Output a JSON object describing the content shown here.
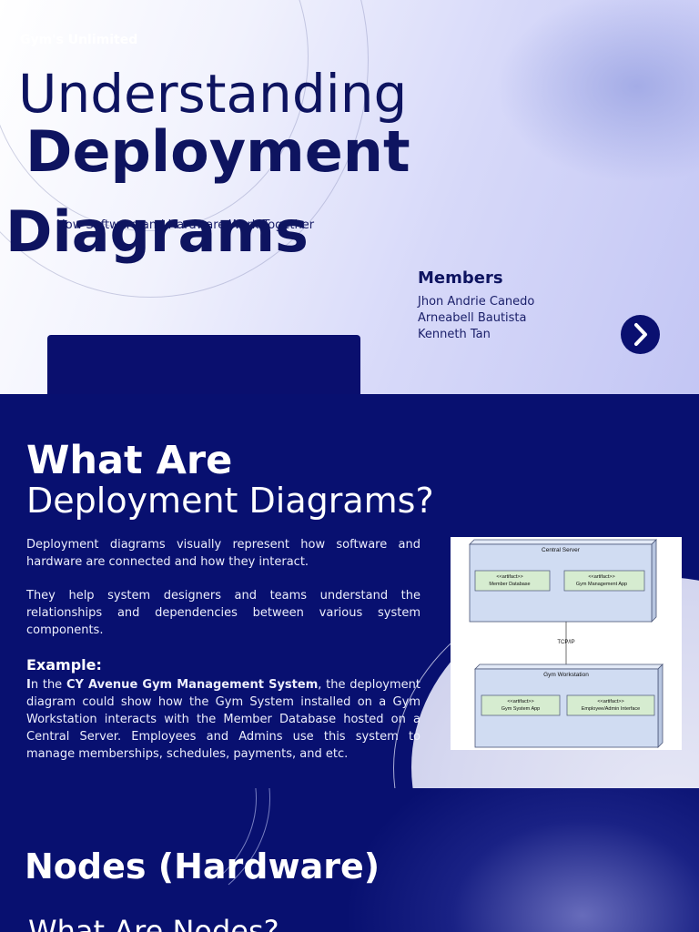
{
  "slide1": {
    "brand": "Gym's Unlimited",
    "title_line1": "Understanding",
    "title_line2": "Deployment",
    "title_line3": "Diagrams",
    "subtitle": "How Software and Hardware Work Together",
    "members_heading": "Members",
    "members": [
      "Jhon Andrie Canedo",
      "Arneabell Bautista",
      "Kenneth Tan"
    ],
    "next_icon": "chevron-right-icon"
  },
  "slide2": {
    "heading_bold": "What Are",
    "heading_light": "Deployment Diagrams?",
    "paragraph1": "Deployment diagrams visually represent how software and hardware are connected and how they interact.",
    "paragraph2": "They help system designers and teams understand the relationships and dependencies between various system components.",
    "example_heading": "Example:",
    "example_prefix": "n the ",
    "example_first_letter": "I",
    "example_strong": "CY Avenue Gym Management System",
    "example_rest": ", the deployment diagram could show how the Gym System installed on a Gym Workstation interacts with the Member Database hosted on a Central Server. Employees and Admins use this system to manage memberships, schedules, payments, and etc.",
    "diagram": {
      "server_label": "Central Server",
      "artifact_stereotype": "<<artifact>>",
      "server_artifacts": [
        "Member Database",
        "Gym Management App"
      ],
      "link_label": "TCP/IP",
      "workstation_label": "Gym Workstation",
      "workstation_artifacts": [
        "Gym System App",
        "Employee/Admin Interface"
      ]
    }
  },
  "slide3": {
    "heading": "Nodes (Hardware)",
    "subheading": "What Are Nodes?"
  },
  "colors": {
    "navy": "#081070",
    "title_navy": "#0e1460",
    "artifact_fill": "#d6ecd0",
    "node_fill": "#d0dcf2"
  }
}
